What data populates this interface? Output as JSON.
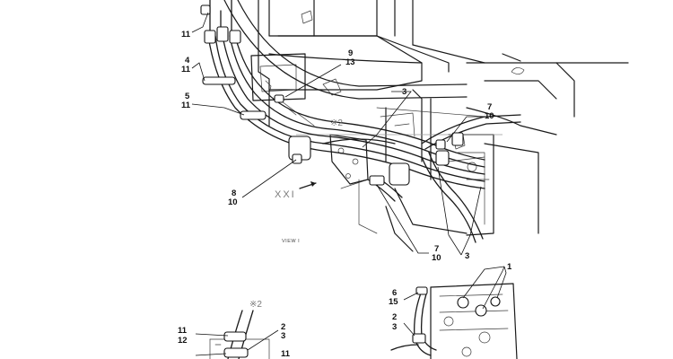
{
  "callouts": {
    "c11_top": "11",
    "c4": "4",
    "c11_b": "11",
    "c9": "9",
    "c13": "13",
    "c5": "5",
    "c11_c": "11",
    "c3_top": "3",
    "c7_right": "7",
    "c10_right": "10",
    "c8": "8",
    "c10_left": "10",
    "c7_mid": "7",
    "c10_mid": "10",
    "c3_mid": "3",
    "c1": "1",
    "c6": "6",
    "c15": "15",
    "c2_right": "2",
    "c3_right": "3",
    "c11_bl": "11",
    "c12": "12",
    "c2_bl": "2",
    "c3_bl": "3",
    "c11_bl2": "11"
  },
  "annotations": {
    "ref_mark_1": "※2",
    "ref_mark_2": "※2",
    "view_arrow": "XXI",
    "view_caption": "VIEW I"
  }
}
